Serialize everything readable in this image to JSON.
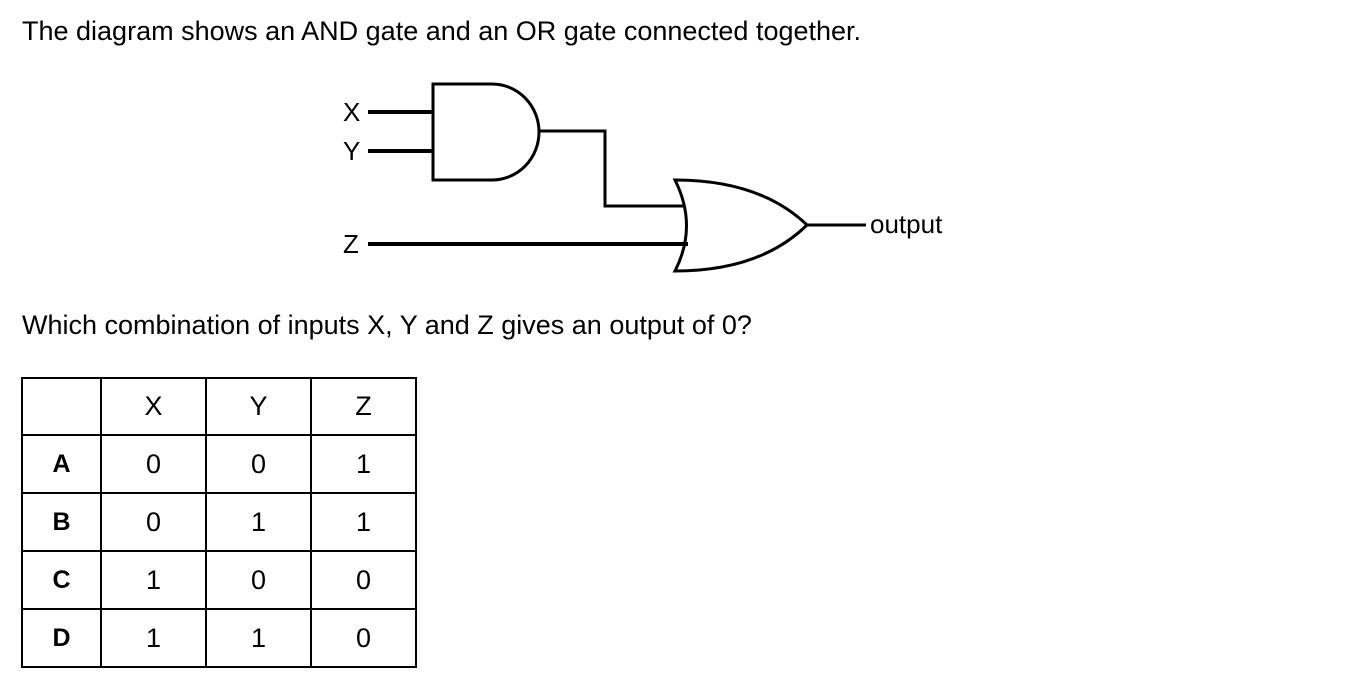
{
  "intro": "The diagram shows an AND gate and an OR gate connected together.",
  "question": "Which combination of inputs X, Y and Z gives an output of 0?",
  "diagram": {
    "inputs": [
      "X",
      "Y",
      "Z"
    ],
    "output_label": "output",
    "gates": [
      "AND",
      "OR"
    ]
  },
  "table": {
    "headers": [
      "",
      "X",
      "Y",
      "Z"
    ],
    "rows": [
      {
        "label": "A",
        "x": "0",
        "y": "0",
        "z": "1"
      },
      {
        "label": "B",
        "x": "0",
        "y": "1",
        "z": "1"
      },
      {
        "label": "C",
        "x": "1",
        "y": "0",
        "z": "0"
      },
      {
        "label": "D",
        "x": "1",
        "y": "1",
        "z": "0"
      }
    ]
  }
}
